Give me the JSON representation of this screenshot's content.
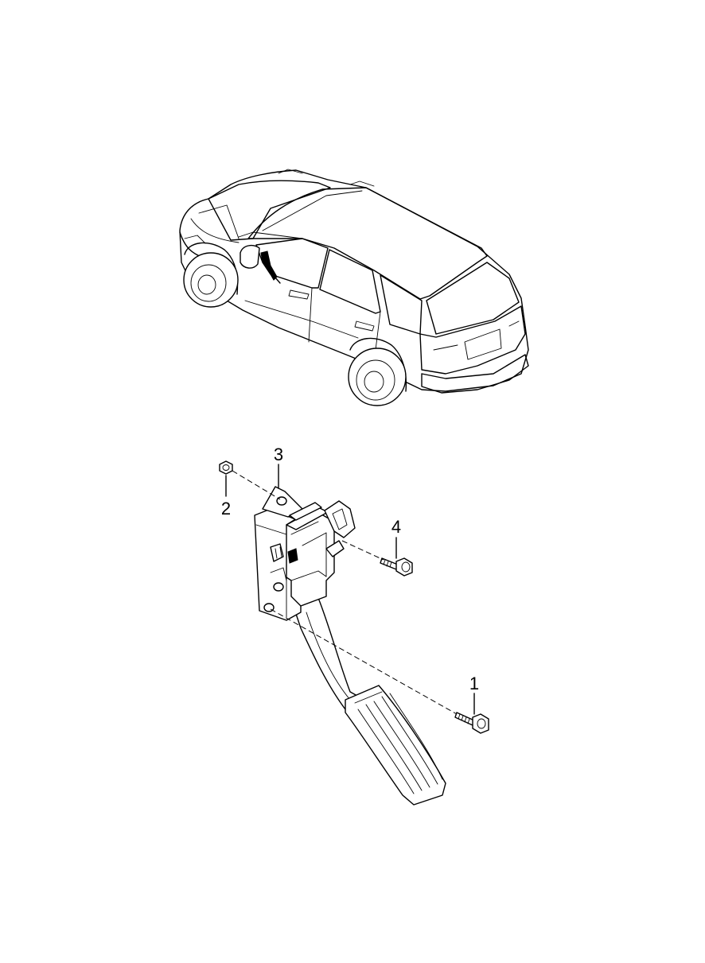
{
  "callouts": [
    {
      "id": "1",
      "label": "1",
      "part": "pedal-mounting-bolt"
    },
    {
      "id": "2",
      "label": "2",
      "part": "mounting-nut"
    },
    {
      "id": "3",
      "label": "3",
      "part": "accelerator-pedal-assembly"
    },
    {
      "id": "4",
      "label": "4",
      "part": "bracket-bolt"
    }
  ]
}
